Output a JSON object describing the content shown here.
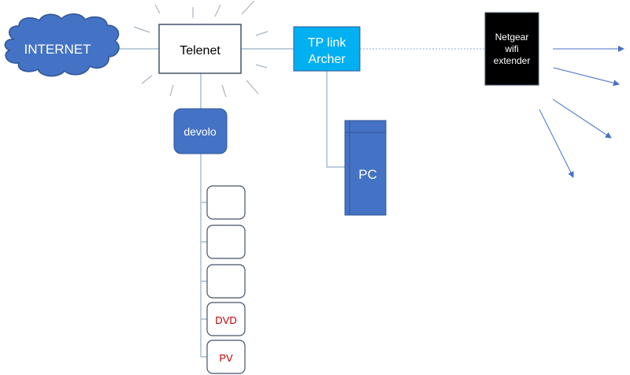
{
  "diagram": {
    "title": "Home network diagram",
    "colors": {
      "cloud_fill": "#4472C4",
      "cloud_stroke": "#2F5597",
      "device_fill": "#4472C4",
      "router_fill": "#00B0F0",
      "extender_fill": "#000000",
      "line": "#A9BDCF",
      "arrow": "#4472C4",
      "red_text": "#C00000",
      "box_stroke": "#44546A"
    },
    "nodes": {
      "internet": {
        "label": "INTERNET",
        "shape": "cloud"
      },
      "telenet": {
        "label": "Telenet",
        "shape": "rectangle"
      },
      "tplink": {
        "label_line1": "TP link",
        "label_line2": "Archer",
        "shape": "rectangle"
      },
      "netgear": {
        "label_line1": "Netgear",
        "label_line2": "wifi",
        "label_line3": "extender",
        "shape": "rectangle"
      },
      "devolo": {
        "label": "devolo",
        "shape": "rounded-rectangle"
      },
      "pc": {
        "label": "PC",
        "shape": "tower"
      },
      "slots": [
        {
          "label": ""
        },
        {
          "label": ""
        },
        {
          "label": ""
        },
        {
          "label": "DVD"
        },
        {
          "label": "PV"
        }
      ]
    },
    "connections": [
      {
        "from": "internet",
        "to": "telenet",
        "style": "solid"
      },
      {
        "from": "telenet",
        "to": "tplink",
        "style": "solid"
      },
      {
        "from": "tplink",
        "to": "netgear",
        "style": "dotted"
      },
      {
        "from": "telenet",
        "to": "devolo",
        "style": "solid"
      },
      {
        "from": "tplink",
        "to": "pc",
        "style": "solid"
      },
      {
        "from": "devolo",
        "to": "slots",
        "style": "solid"
      }
    ],
    "wifi_arrows_count": 4
  }
}
